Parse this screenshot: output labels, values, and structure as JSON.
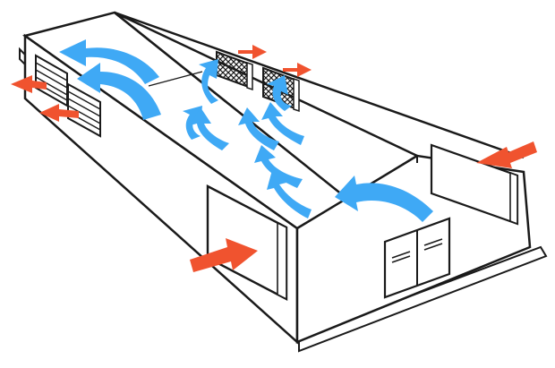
{
  "diagram": {
    "description_text": "",
    "colors": {
      "outline": "#1a1a1a",
      "interior_air": "#3fa9f5",
      "outside_air": "#f0532f",
      "background": "#ffffff",
      "wall_fill": "#ffffff",
      "ground_shadow": "#d8d8d8"
    },
    "icons": [
      "building-outline",
      "exhaust-fan",
      "inlet-pad",
      "double-door",
      "air-arrow"
    ],
    "airflow": {
      "interior_arrows": 11,
      "outside_arrows": 6
    }
  }
}
